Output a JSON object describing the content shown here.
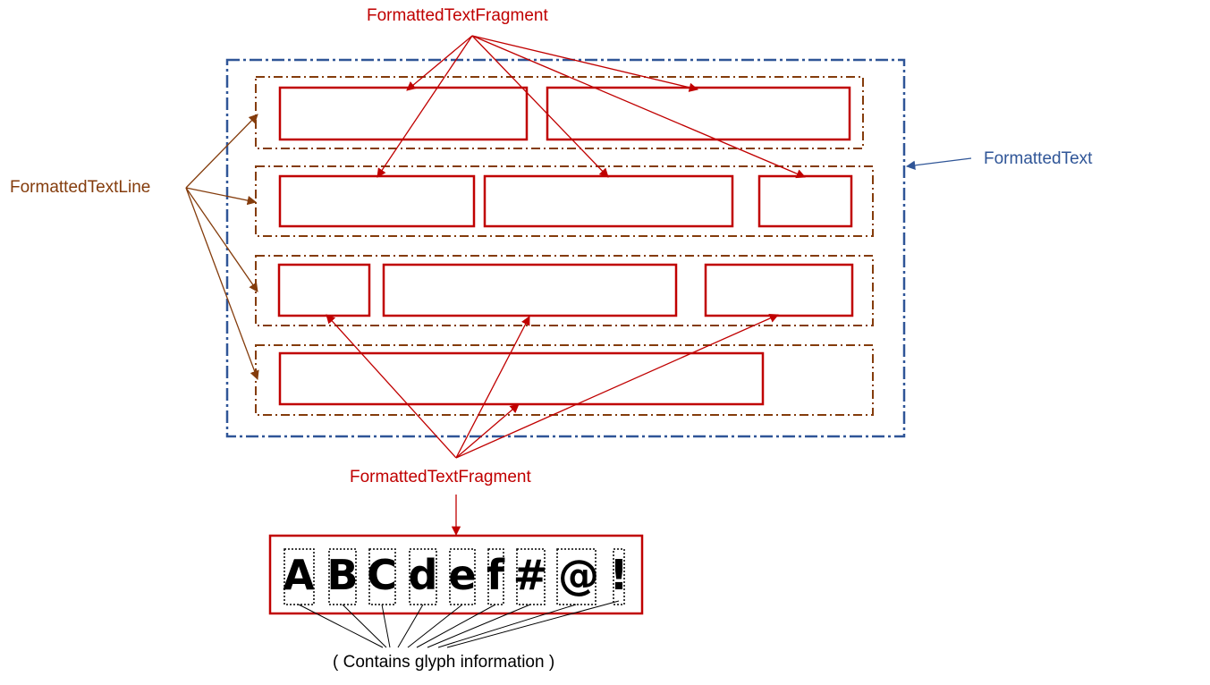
{
  "labels": {
    "fragment_top": "FormattedTextFragment",
    "fragment_bottom": "FormattedTextFragment",
    "line": "FormattedTextLine",
    "text": "FormattedText",
    "glyph_caption": "( Contains glyph information )"
  },
  "glyphs": [
    "A",
    "B",
    "C",
    "d",
    "e",
    "f",
    "#",
    "@",
    "!"
  ],
  "colors": {
    "fragment": "#c00000",
    "line": "#843c0c",
    "text": "#2f5597",
    "glyph": "#000000"
  }
}
